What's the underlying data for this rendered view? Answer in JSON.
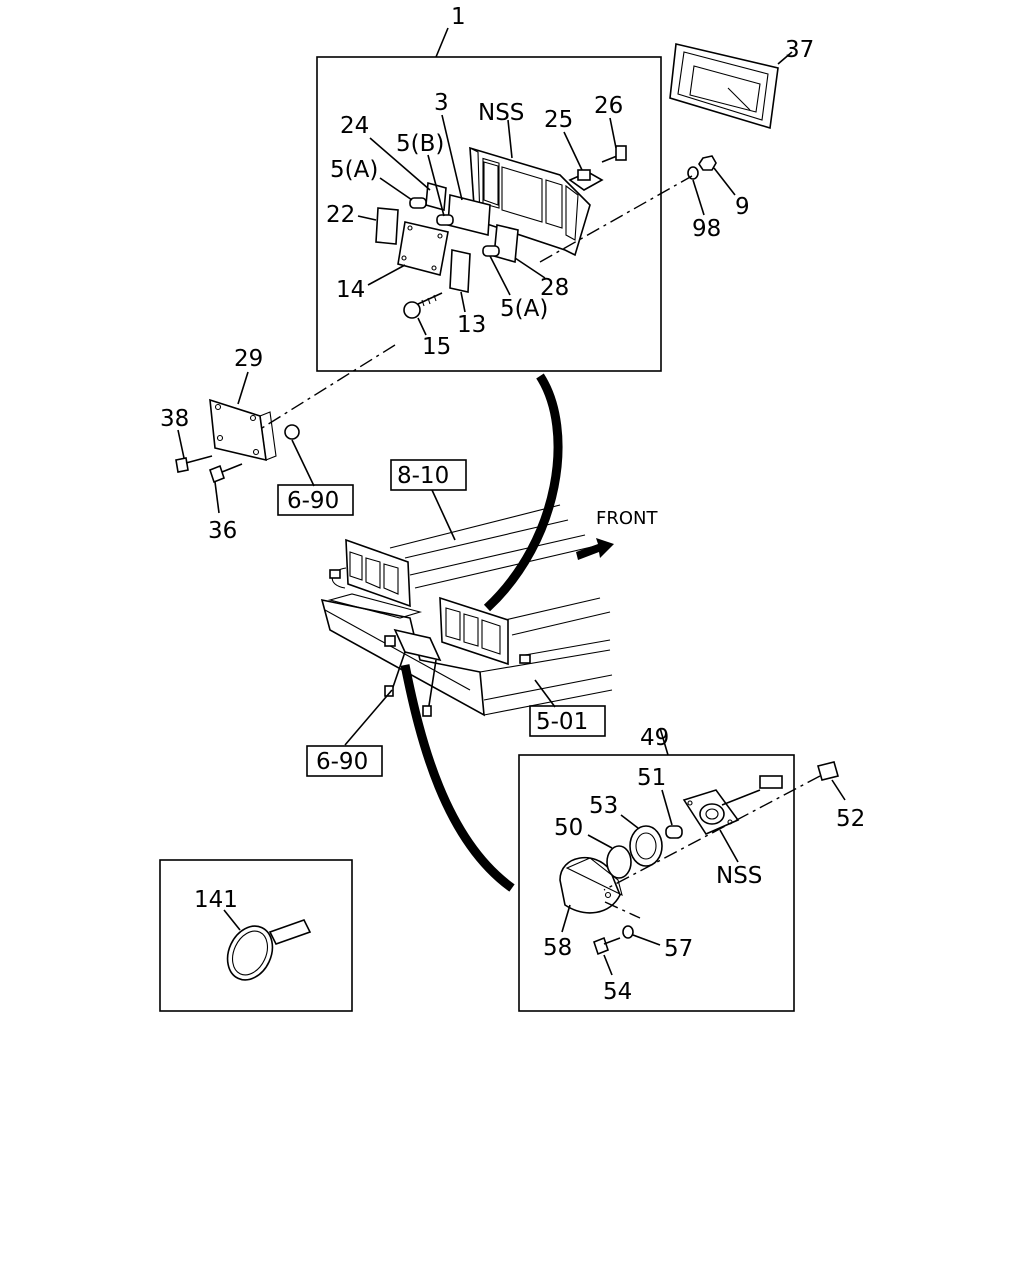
{
  "callouts": {
    "c1": "1",
    "c37": "37",
    "c3": "3",
    "nss_top": "NSS",
    "c25": "25",
    "c26": "26",
    "c24": "24",
    "c5b": "5(B)",
    "c5a_left": "5(A)",
    "c22": "22",
    "c14": "14",
    "c13": "13",
    "c15": "15",
    "c5a_right": "5(A)",
    "c28": "28",
    "c9": "9",
    "c98": "98",
    "c29": "29",
    "c38": "38",
    "c36": "36",
    "c49": "49",
    "c51": "51",
    "c53": "53",
    "c50": "50",
    "c52": "52",
    "nss_bottom": "NSS",
    "c58": "58",
    "c57": "57",
    "c54": "54",
    "c141": "141"
  },
  "refs": {
    "r690_top": "6-90",
    "r810": "8-10",
    "r501": "5-01",
    "r690_bottom": "6-90"
  },
  "direction_label": "FRONT"
}
